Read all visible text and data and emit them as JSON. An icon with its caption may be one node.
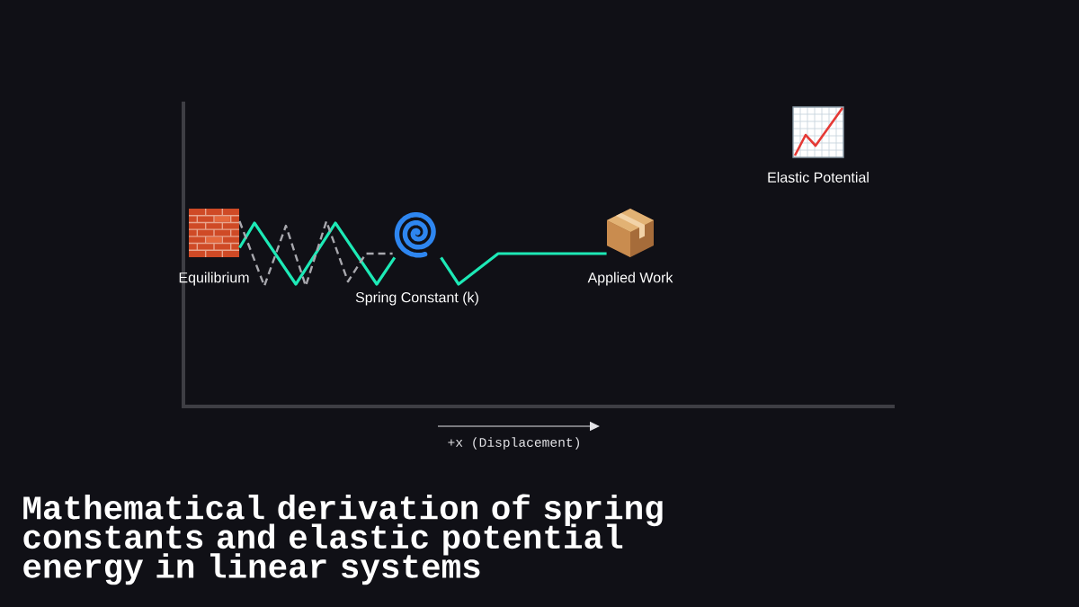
{
  "diagram": {
    "title": "Mathematical derivation of spring constants and elastic potential energy in linear systems",
    "nodes": [
      {
        "text": [
          "Equilibrium"
        ]
      },
      {
        "text": [
          "Spring Constant (k)"
        ]
      },
      {
        "text": [
          "Applied Work"
        ]
      },
      {
        "text": [
          "Elastic Potential"
        ]
      }
    ],
    "edges": [
      {
        "from": 0,
        "to": 1,
        "arrow": "none"
      },
      {
        "from": 1,
        "to": 2,
        "arrow": "none"
      },
      {
        "from": 0,
        "to": 1,
        "arrow": "none",
        "style": "dashed",
        "color": "#a8a8ae"
      }
    ],
    "labels": [
      "+x (Displacement)"
    ]
  }
}
